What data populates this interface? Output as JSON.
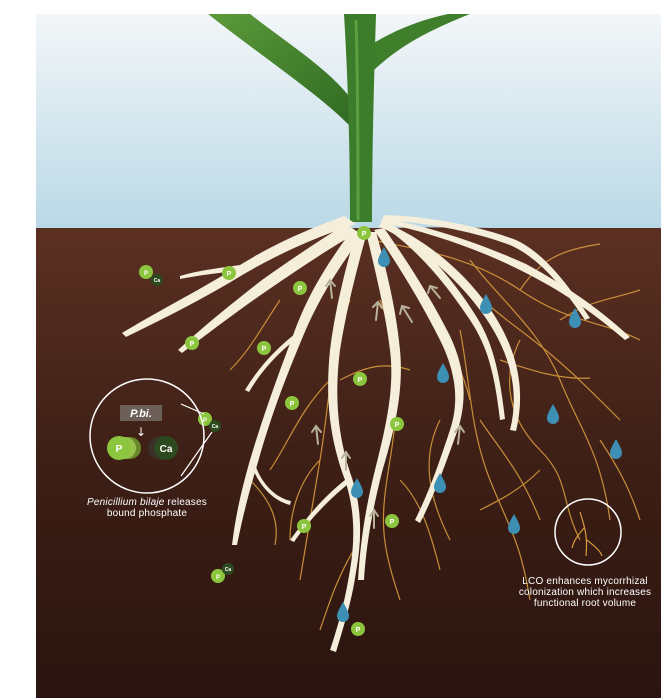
{
  "callout_penicillium": {
    "badge": "P.bi.",
    "arrow": "↓",
    "p_label": "P",
    "ca_label": "Ca",
    "caption_italic": "Penicillium bilaje",
    "caption_rest": " releases",
    "caption_line2": "bound phosphate"
  },
  "callout_lco": {
    "line1": "LCO enhances mycorrhizal",
    "line2": "colonization which increases",
    "line3": "functional root volume"
  },
  "particle_labels": {
    "phosphate": "P",
    "calcium": "Ca"
  },
  "colors": {
    "sky_top": "#f2f6f8",
    "sky_bottom": "#bcdbe8",
    "soil_top": "#5a2f22",
    "soil_bottom": "#2a140f",
    "root": "#f4eedb",
    "mycorrhiza": "#d79a3c",
    "phosphate": "#8cc63f",
    "calcium": "#2d4a1f",
    "water": "#3d8fb4",
    "stem": "#3b7d2a"
  }
}
